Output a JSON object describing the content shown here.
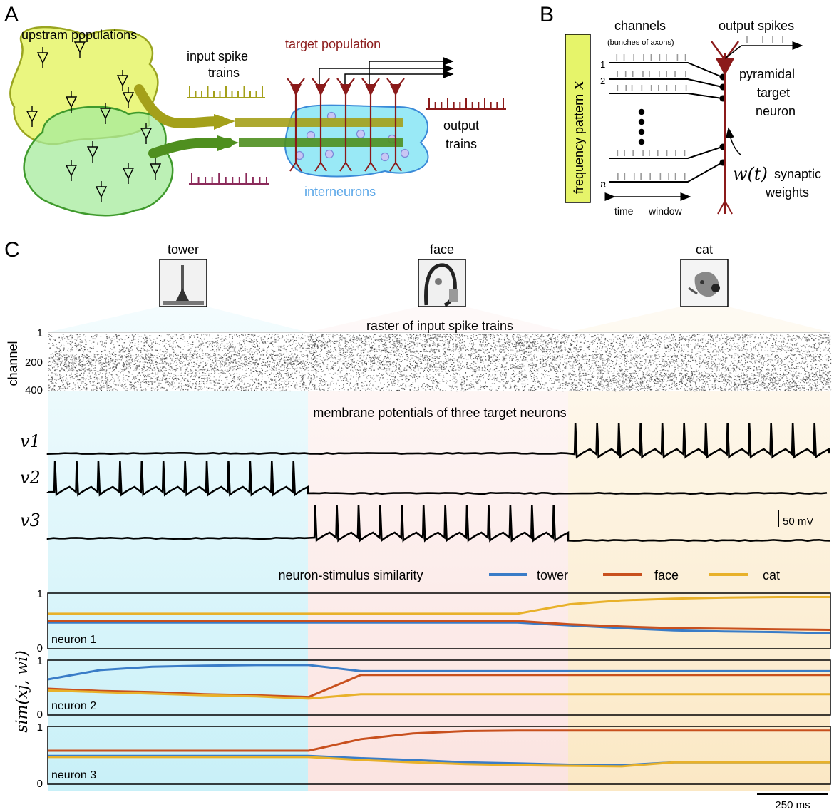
{
  "panelA": {
    "letter": "A",
    "upstream_label": "upstram populations",
    "input_label_1": "input spike",
    "input_label_2": "trains",
    "target_label": "target population",
    "output_label_1": "output",
    "output_label_2": "trains",
    "interneurons_label": "interneurons"
  },
  "panelB": {
    "letter": "B",
    "channels_label": "channels",
    "channels_sub": "(bunches of axons)",
    "output_spikes_label": "output spikes",
    "freq_label": "frequency pattern",
    "freq_var": "x",
    "ch1": "1",
    "ch2": "2",
    "chn": "n",
    "neuron_label_1": "pyramidal",
    "neuron_label_2": "target",
    "neuron_label_3": "neuron",
    "weight_symbol": "w(t)",
    "weight_label_1": "synaptic",
    "weight_label_2": "weights",
    "time_label": "time",
    "window_label": "window"
  },
  "panelC": {
    "letter": "C",
    "stimuli": [
      "tower",
      "face",
      "cat"
    ],
    "raster_title": "raster of input spike trains",
    "channel_label": "channel",
    "channel_ticks": [
      "1",
      "200",
      "400"
    ],
    "membrane_title": "membrane potentials of three target neurons",
    "v_labels": [
      "v1",
      "v2",
      "v3"
    ],
    "scale_mv": "50 mV",
    "similarity_title": "neuron-stimulus similarity",
    "sim_ylabel": "sim(xj, wi)",
    "neuron_labels": [
      "neuron 1",
      "neuron 2",
      "neuron 3"
    ],
    "ytick_top": "1",
    "ytick_bottom": "0",
    "scale_ms": "250 ms",
    "colors": {
      "tower": "#3a7cc7",
      "face": "#c8501e",
      "cat": "#e8b12a",
      "neuron": "#8b1a1a",
      "olive": "#9a9a20",
      "input2": "#8b2a5a",
      "inter": "#5ba7e8"
    }
  },
  "chart_data": {
    "type": "line",
    "series": [
      {
        "panel": "neuron 1",
        "name": "tower",
        "values": [
          0.47,
          0.47,
          0.47,
          0.47,
          0.47,
          0.47,
          0.47,
          0.47,
          0.47,
          0.47,
          0.42,
          0.37,
          0.33,
          0.31,
          0.3,
          0.28
        ]
      },
      {
        "panel": "neuron 1",
        "name": "face",
        "values": [
          0.5,
          0.5,
          0.5,
          0.5,
          0.5,
          0.5,
          0.5,
          0.5,
          0.5,
          0.5,
          0.44,
          0.4,
          0.37,
          0.36,
          0.35,
          0.34
        ]
      },
      {
        "panel": "neuron 1",
        "name": "cat",
        "values": [
          0.63,
          0.63,
          0.63,
          0.63,
          0.63,
          0.63,
          0.63,
          0.63,
          0.63,
          0.63,
          0.8,
          0.87,
          0.9,
          0.92,
          0.93,
          0.93
        ]
      },
      {
        "panel": "neuron 2",
        "name": "tower",
        "values": [
          0.65,
          0.82,
          0.88,
          0.9,
          0.91,
          0.91,
          0.8,
          0.8,
          0.8,
          0.8,
          0.8,
          0.8,
          0.8,
          0.8,
          0.8,
          0.8
        ]
      },
      {
        "panel": "neuron 2",
        "name": "face",
        "values": [
          0.48,
          0.44,
          0.42,
          0.38,
          0.36,
          0.33,
          0.73,
          0.73,
          0.73,
          0.73,
          0.73,
          0.73,
          0.73,
          0.73,
          0.73,
          0.73
        ]
      },
      {
        "panel": "neuron 2",
        "name": "cat",
        "values": [
          0.45,
          0.42,
          0.39,
          0.36,
          0.34,
          0.3,
          0.38,
          0.38,
          0.38,
          0.38,
          0.38,
          0.38,
          0.38,
          0.38,
          0.38,
          0.38
        ]
      },
      {
        "panel": "neuron 3",
        "name": "tower",
        "values": [
          0.49,
          0.49,
          0.49,
          0.49,
          0.49,
          0.49,
          0.45,
          0.42,
          0.38,
          0.36,
          0.34,
          0.33,
          0.38,
          0.38,
          0.38,
          0.38
        ]
      },
      {
        "panel": "neuron 3",
        "name": "face",
        "values": [
          0.58,
          0.58,
          0.58,
          0.58,
          0.58,
          0.58,
          0.78,
          0.88,
          0.92,
          0.93,
          0.93,
          0.93,
          0.93,
          0.93,
          0.93,
          0.93
        ]
      },
      {
        "panel": "neuron 3",
        "name": "cat",
        "values": [
          0.47,
          0.47,
          0.47,
          0.47,
          0.47,
          0.47,
          0.42,
          0.38,
          0.35,
          0.33,
          0.32,
          0.31,
          0.38,
          0.38,
          0.38,
          0.38
        ]
      }
    ],
    "ylim": [
      0,
      1
    ]
  }
}
